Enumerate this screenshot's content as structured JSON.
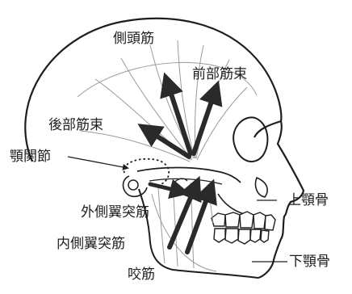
{
  "labels": {
    "temporalis": "側頭筋",
    "anterior_fibers": "前部筋束",
    "posterior_fibers": "後部筋束",
    "tmj": "顎関節",
    "lateral_pterygoid": "外側翼突筋",
    "maxilla": "上顎骨",
    "medial_pterygoid": "内側翼突筋",
    "mandible": "下顎骨",
    "masseter": "咬筋"
  },
  "colors": {
    "line": "#1e1e1e",
    "arrow": "#2a2a2a",
    "muscle_fiber": "#9a9a9a",
    "background": "#ffffff"
  }
}
